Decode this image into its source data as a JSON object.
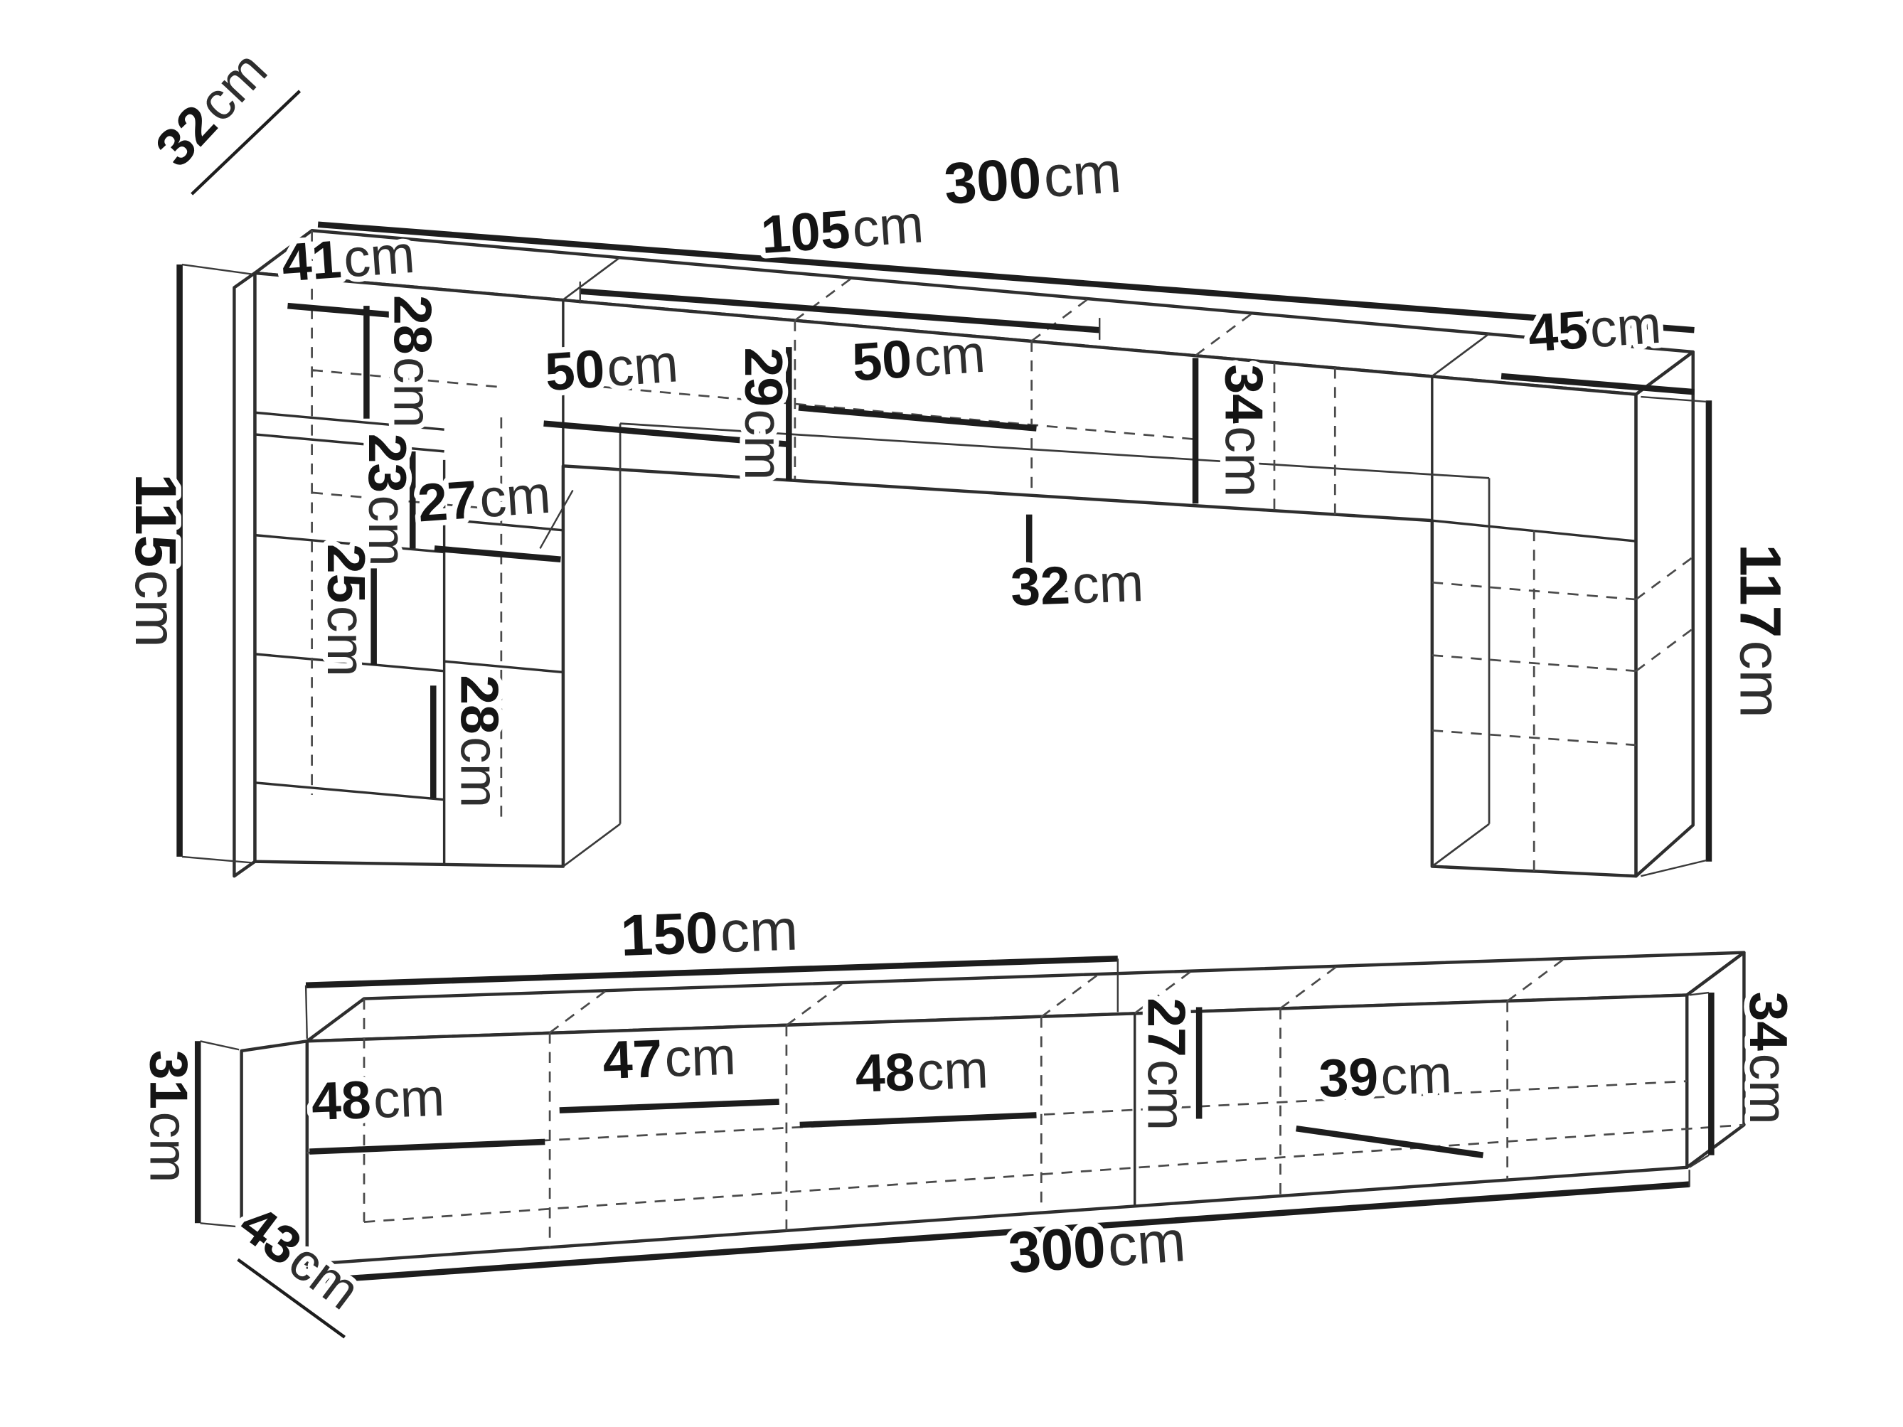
{
  "figure": {
    "description": "Furniture wall-unit dimension diagram with upper wall section and TV lowboard",
    "unit_of_measure": "cm",
    "colors": {
      "line": "#2e2e2e",
      "dimension_line": "#1d1d1d",
      "background": "#ffffff",
      "text": "#141414"
    }
  },
  "top_unit": {
    "dims": {
      "depth": {
        "value": "32",
        "unit": "cm"
      },
      "total_width": {
        "value": "300",
        "unit": "cm"
      },
      "mid_section_width": {
        "value": "105",
        "unit": "cm"
      },
      "left_cabinet_width": {
        "value": "41",
        "unit": "cm"
      },
      "shelf_height_1": {
        "value": "28",
        "unit": "cm"
      },
      "right_cabinet_width": {
        "value": "45",
        "unit": "cm"
      },
      "section_width_1": {
        "value": "50",
        "unit": "cm"
      },
      "section_width_2": {
        "value": "50",
        "unit": "cm"
      },
      "upper_cabinet_height": {
        "value": "34",
        "unit": "cm"
      },
      "inner_height": {
        "value": "29",
        "unit": "cm"
      },
      "shelf_height_2": {
        "value": "23",
        "unit": "cm"
      },
      "shelf_width": {
        "value": "27",
        "unit": "cm"
      },
      "shelf_height_3": {
        "value": "25",
        "unit": "cm"
      },
      "niche_depth": {
        "value": "32",
        "unit": "cm"
      },
      "shelf_height_4": {
        "value": "28",
        "unit": "cm"
      },
      "left_column_height": {
        "value": "115",
        "unit": "cm"
      },
      "right_column_height": {
        "value": "117",
        "unit": "cm"
      }
    }
  },
  "bottom_unit": {
    "dims": {
      "left_section_width": {
        "value": "150",
        "unit": "cm"
      },
      "right_height": {
        "value": "34",
        "unit": "cm"
      },
      "compartment_width_1": {
        "value": "48",
        "unit": "cm"
      },
      "compartment_width_2": {
        "value": "47",
        "unit": "cm"
      },
      "compartment_width_3": {
        "value": "48",
        "unit": "cm"
      },
      "inner_height": {
        "value": "27",
        "unit": "cm"
      },
      "compartment_width_4": {
        "value": "39",
        "unit": "cm"
      },
      "left_height": {
        "value": "31",
        "unit": "cm"
      },
      "total_width": {
        "value": "300",
        "unit": "cm"
      },
      "depth": {
        "value": "43",
        "unit": "cm"
      }
    }
  }
}
